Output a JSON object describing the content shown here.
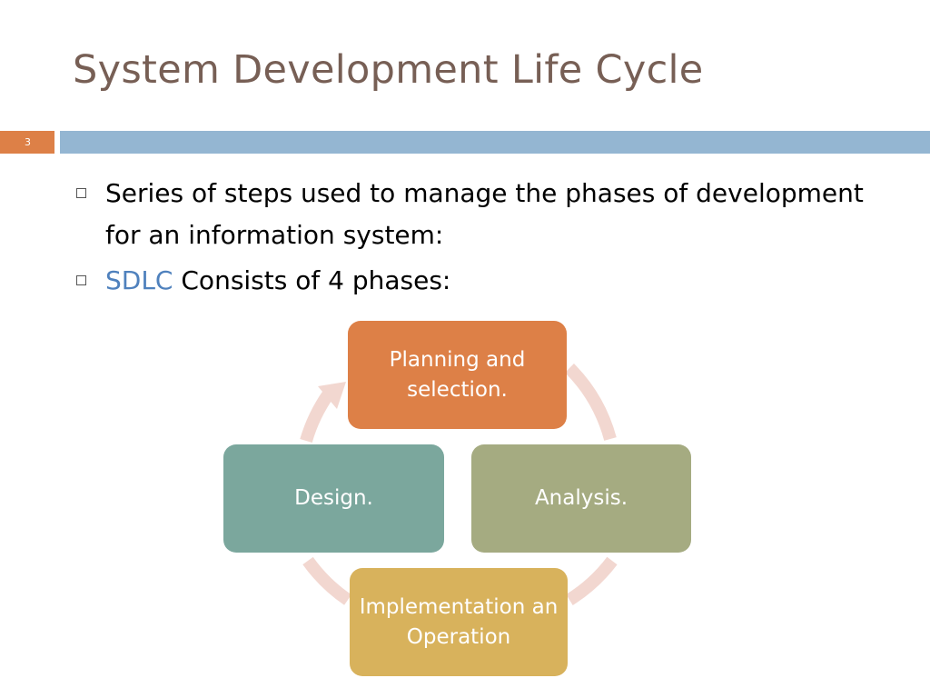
{
  "slide": {
    "title": "System Development Life Cycle",
    "slide_number": "3"
  },
  "bullets": [
    {
      "text": "Series of steps used to manage the phases of development for an information system:"
    },
    {
      "highlight": "SDLC",
      "text": " Consists of 4 phases:"
    }
  ],
  "cycle": {
    "nodes": {
      "planning": "Planning and selection.",
      "analysis": "Analysis.",
      "implementation": "Implementation an Operation",
      "design": "Design."
    },
    "colors": {
      "planning": "#dd8047",
      "analysis": "#a5ab81",
      "implementation": "#d8b25c",
      "design": "#7ba79d",
      "arrow": "#f2d7d0"
    }
  },
  "colors": {
    "title": "#775f55",
    "number_bar": "#dd8047",
    "blue_bar": "#94b6d2",
    "highlight": "#4f81bd"
  }
}
